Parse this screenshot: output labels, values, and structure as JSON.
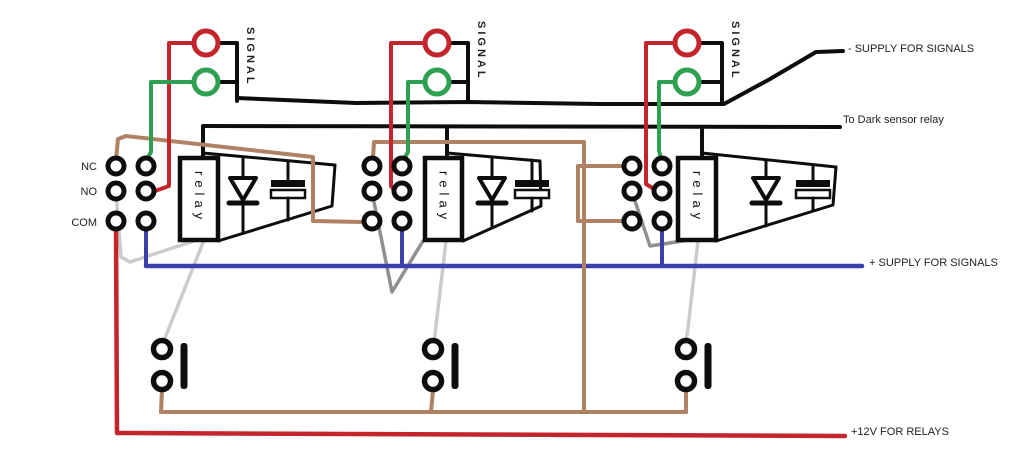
{
  "diagram": {
    "type": "wiring-schematic",
    "description": "Three-relay signal driver schematic with flyback diodes, capacitors and push switches",
    "labels": {
      "signal": "SIGNAL",
      "relay": "relay",
      "nc": "NC",
      "no": "NO",
      "com": "COM",
      "neg_supply": "- SUPPLY FOR SIGNALS",
      "dark_sensor": "To Dark sensor relay",
      "pos_supply": "+ SUPPLY FOR SIGNALS",
      "relays_12v": "+12V FOR RELAYS"
    },
    "colors": {
      "background": "#ffffff",
      "black_wire": "#0d0d0d",
      "red_wire": "#c4252d",
      "green_wire": "#2ea052",
      "brown_wire": "#b08264",
      "blue_wire": "#3c40ab",
      "gray_wire_light": "#cbcbcb",
      "gray_wire_dark": "#8f8f8f",
      "text": "#1f1f1f"
    },
    "modules": [
      {
        "name": "relay-module-1",
        "lamps": [
          "red",
          "green"
        ],
        "terminals": [
          "NC",
          "NO",
          "COM"
        ],
        "components": [
          "signal-lamps",
          "relay",
          "flyback-diode",
          "capacitor",
          "push-switch"
        ]
      },
      {
        "name": "relay-module-2",
        "lamps": [
          "red",
          "green"
        ],
        "terminals": [
          "NC",
          "NO",
          "COM"
        ],
        "components": [
          "signal-lamps",
          "relay",
          "flyback-diode",
          "capacitor",
          "push-switch"
        ]
      },
      {
        "name": "relay-module-3",
        "lamps": [
          "red",
          "green"
        ],
        "terminals": [
          "NC",
          "NO",
          "COM"
        ],
        "components": [
          "signal-lamps",
          "relay",
          "flyback-diode",
          "capacitor",
          "push-switch"
        ]
      }
    ]
  }
}
